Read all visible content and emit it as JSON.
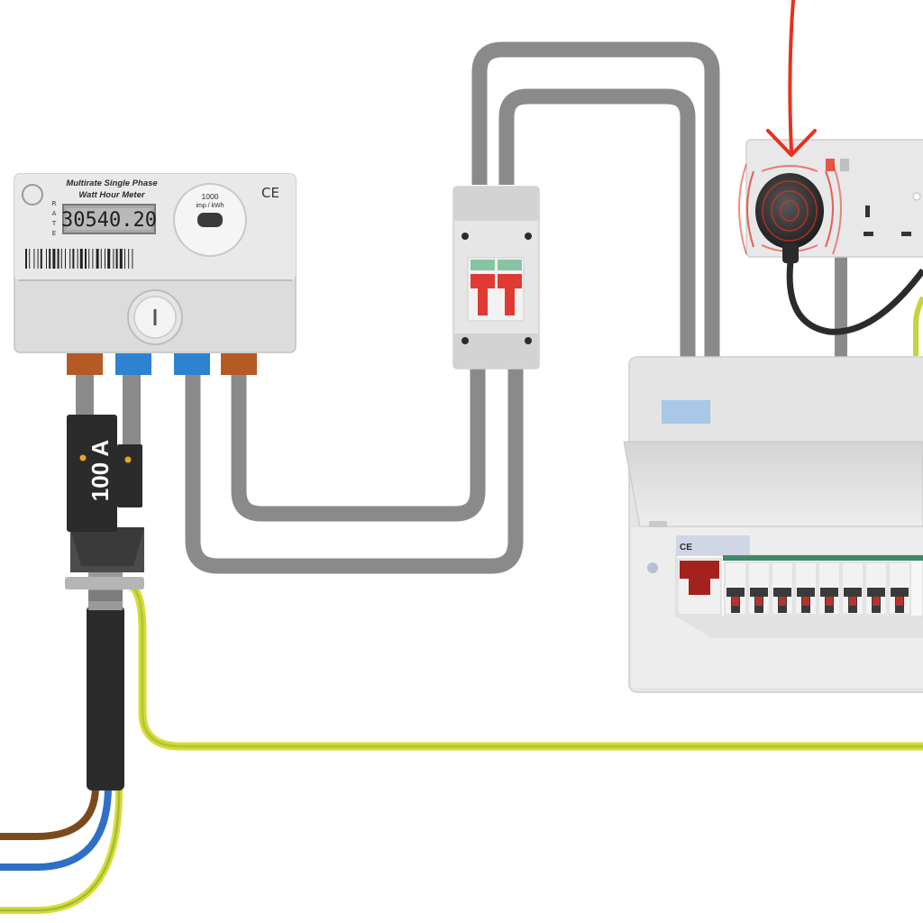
{
  "meter": {
    "title_line1": "Multirate Single Phase",
    "title_line2": "Watt Hour Meter",
    "reading": "30540.20",
    "impulse_value": "1000",
    "impulse_unit": "imp / kWh",
    "rate_label": [
      "R",
      "A",
      "T",
      "E"
    ],
    "ce_mark": "CE"
  },
  "service_fuse": {
    "rating": "100 A"
  },
  "consumer_unit": {
    "ce_mark": "CE"
  },
  "colors": {
    "brown": "#7a4a1e",
    "blue": "#2f6fc6",
    "earth_yellow": "#d7dc35",
    "earth_green": "#7fa63a",
    "grey_tail": "#8a8a8a",
    "red_breaker": "#e03a34",
    "annotation_red": "#e8301e"
  }
}
